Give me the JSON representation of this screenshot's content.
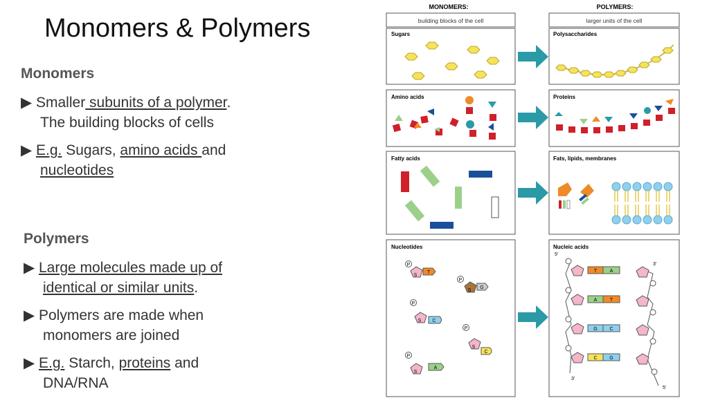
{
  "title": "Monomers & Polymers",
  "monomers": {
    "heading": "Monomers",
    "b1": {
      "a": "Smaller",
      "b": " subunits of a polymer",
      "c": ".",
      "d": "The building blocks of cells"
    },
    "b2": {
      "a": "E.g.",
      "b": " Sugars, ",
      "c": "amino acids ",
      "d": "and",
      "e": "nucleotides"
    }
  },
  "polymers": {
    "heading": "Polymers",
    "b1": {
      "a": "Large molecules made up of",
      "b": "identical or similar units",
      "c": "."
    },
    "b2": {
      "a": "Polymers are made when",
      "b": "monomers are joined"
    },
    "b3": {
      "a": "E.g.",
      "b": " Starch, ",
      "c": "proteins",
      "d": " and",
      "e": "DNA/RNA"
    }
  },
  "figure": {
    "left_header": "MONOMERS:",
    "left_sub": "building blocks of the cell",
    "right_header": "POLYMERS:",
    "right_sub": "larger units of the cell",
    "rows": [
      {
        "monomer": "Sugars",
        "polymer": "Polysaccharides"
      },
      {
        "monomer": "Amino acids",
        "polymer": "Proteins"
      },
      {
        "monomer": "Fatty acids",
        "polymer": "Fats, lipids, membranes"
      },
      {
        "monomer": "Nucleotides",
        "polymer": "Nucleic acids"
      }
    ],
    "end5_top": "5'",
    "end3_top": "3'",
    "end3_bottom": "3'",
    "end5_bottom": "5'",
    "base_letters": {
      "T": "T",
      "A": "A",
      "C": "C",
      "G": "G",
      "P": "P",
      "S": "S"
    }
  },
  "colors": {
    "arrow": "#2a9aa6",
    "sugar": "#f7e35a",
    "red": "#d0202a",
    "blue": "#1b4f9c",
    "green": "#9cd08a",
    "orange": "#f08a28",
    "lipid_head": "#8fd0ee",
    "pink": "#f4b6c8"
  }
}
